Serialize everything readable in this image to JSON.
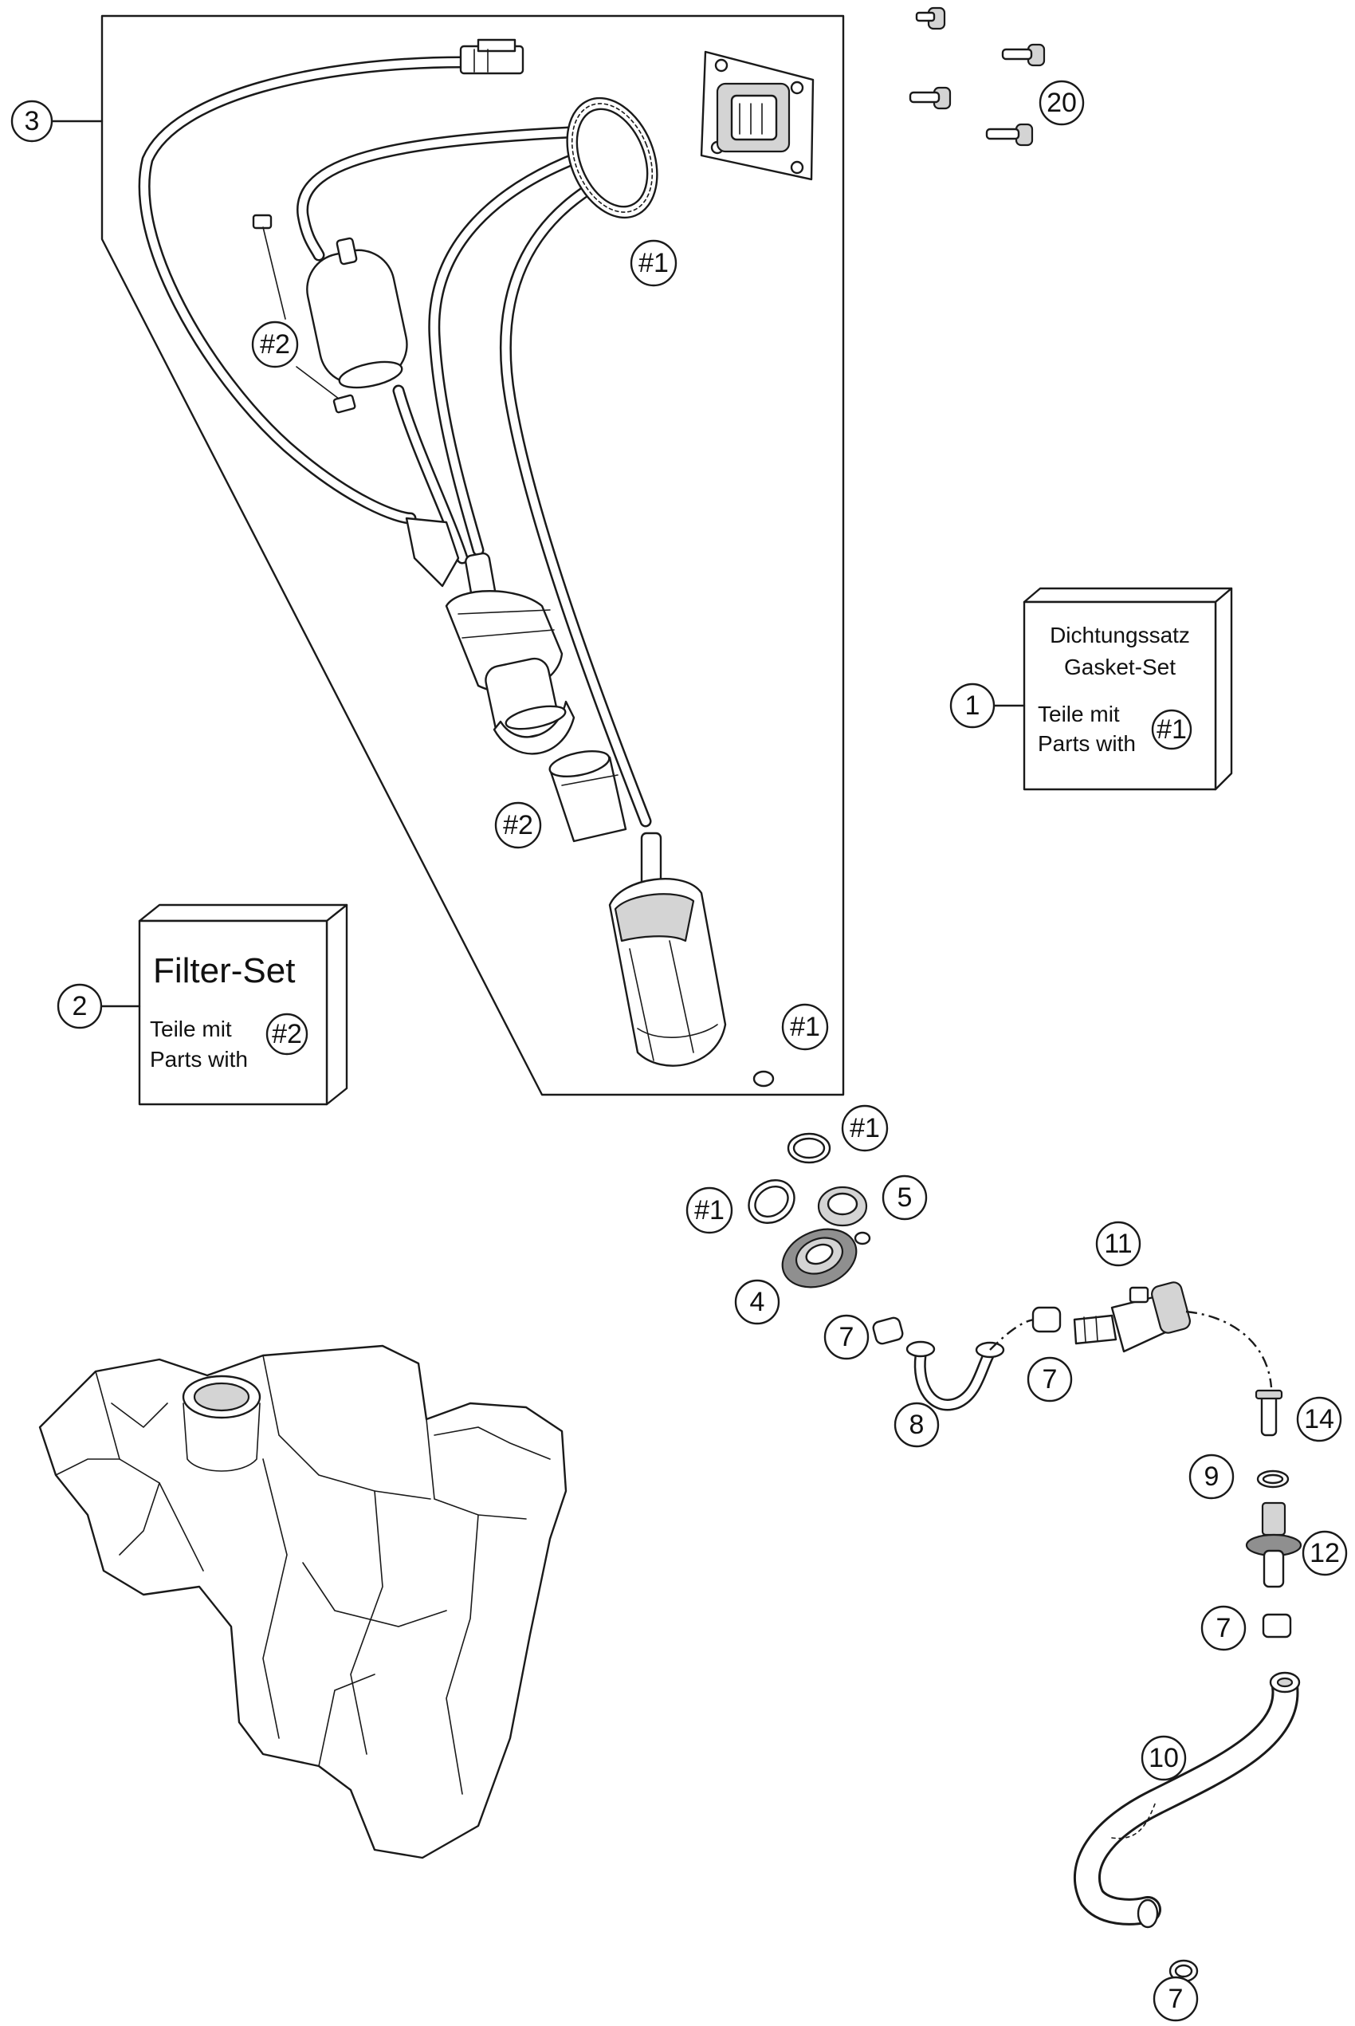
{
  "callouts": [
    {
      "label": "3"
    },
    {
      "label": "20"
    },
    {
      "label": "#1"
    },
    {
      "label": "#2"
    },
    {
      "label": "1"
    },
    {
      "label": "#2"
    },
    {
      "label": "2"
    },
    {
      "label": "#2"
    },
    {
      "label": "#1"
    },
    {
      "label": "#1"
    },
    {
      "label": "#1"
    },
    {
      "label": "5"
    },
    {
      "label": "11"
    },
    {
      "label": "4"
    },
    {
      "label": "7"
    },
    {
      "label": "7"
    },
    {
      "label": "8"
    },
    {
      "label": "14"
    },
    {
      "label": "9"
    },
    {
      "label": "12"
    },
    {
      "label": "7"
    },
    {
      "label": "10"
    },
    {
      "label": "7"
    },
    {
      "label": "#1"
    }
  ],
  "gasket_box": {
    "title_line1": "Dichtungssatz",
    "title_line2": "Gasket-Set",
    "parts_line1": "Teile mit",
    "parts_line2": "Parts with"
  },
  "filter_box": {
    "title": "Filter-Set",
    "parts_line1": "Teile mit",
    "parts_line2": "Parts with"
  }
}
